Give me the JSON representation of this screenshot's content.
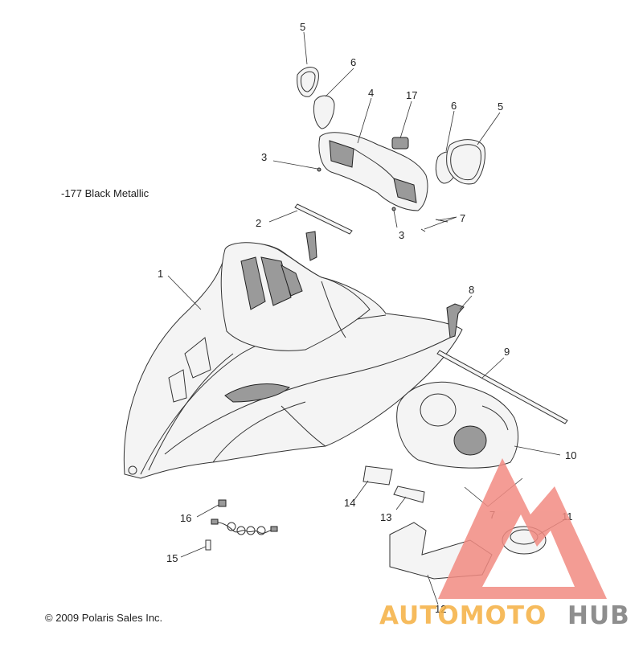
{
  "diagram": {
    "color_note": "-177  Black Metallic",
    "copyright": "© 2009 Polaris Sales Inc.",
    "callouts": {
      "c1": "1",
      "c2": "2",
      "c3a": "3",
      "c3b": "3",
      "c4": "4",
      "c5a": "5",
      "c5b": "5",
      "c6a": "6",
      "c6b": "6",
      "c7a": "7",
      "c7b": "7",
      "c8": "8",
      "c9": "9",
      "c10": "10",
      "c11": "11",
      "c12": "12",
      "c13": "13",
      "c14": "14",
      "c15": "15",
      "c16": "16",
      "c17": "17"
    }
  },
  "watermark": {
    "brand_part1": "AUTOMOTO",
    "brand_part2": "HUB",
    "color_orange": "#f5b041",
    "color_red": "#f28b82",
    "color_gray": "#7b7b7b"
  }
}
